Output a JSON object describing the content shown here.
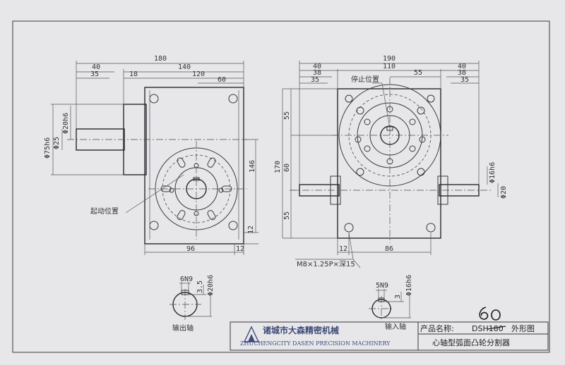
{
  "left_view": {
    "dims_top": [
      "180",
      "40",
      "35",
      "18",
      "140",
      "120",
      "60"
    ],
    "dims_left": [
      "Φ75h6",
      "Φ25",
      "Φ20h6"
    ],
    "dims_right": [
      "146",
      "12"
    ],
    "dims_bottom": [
      "96",
      "12"
    ],
    "label_start": "起动位置"
  },
  "right_view": {
    "dims_top": [
      "190",
      "40",
      "38",
      "35",
      "110",
      "55",
      "40",
      "38",
      "35"
    ],
    "label_stop": "停止位置",
    "dims_left": [
      "55",
      "170",
      "60",
      "55"
    ],
    "dims_right": [
      "Φ16h6",
      "Φ20"
    ],
    "dims_bottom": [
      "12",
      "86"
    ],
    "thread_note": "M8×1.25P×深15"
  },
  "output_shaft": {
    "label": "输出轴",
    "key": "6N9",
    "depth": "3.5",
    "diameter": "Φ20h6"
  },
  "input_shaft": {
    "label": "输入轴",
    "key": "5N9",
    "depth": "3",
    "diameter": "Φ16h6"
  },
  "title_block": {
    "company_cn": "诸城市大森精密机械",
    "company_en": "ZHUCHENGCITY DASEN PRECISION MACHINERY",
    "product_label": "产品名称:",
    "product_model": "DSH180",
    "product_kind": "外形图",
    "product_name": "心轴型弧面凸轮分割器",
    "handwritten_mark": "60"
  }
}
